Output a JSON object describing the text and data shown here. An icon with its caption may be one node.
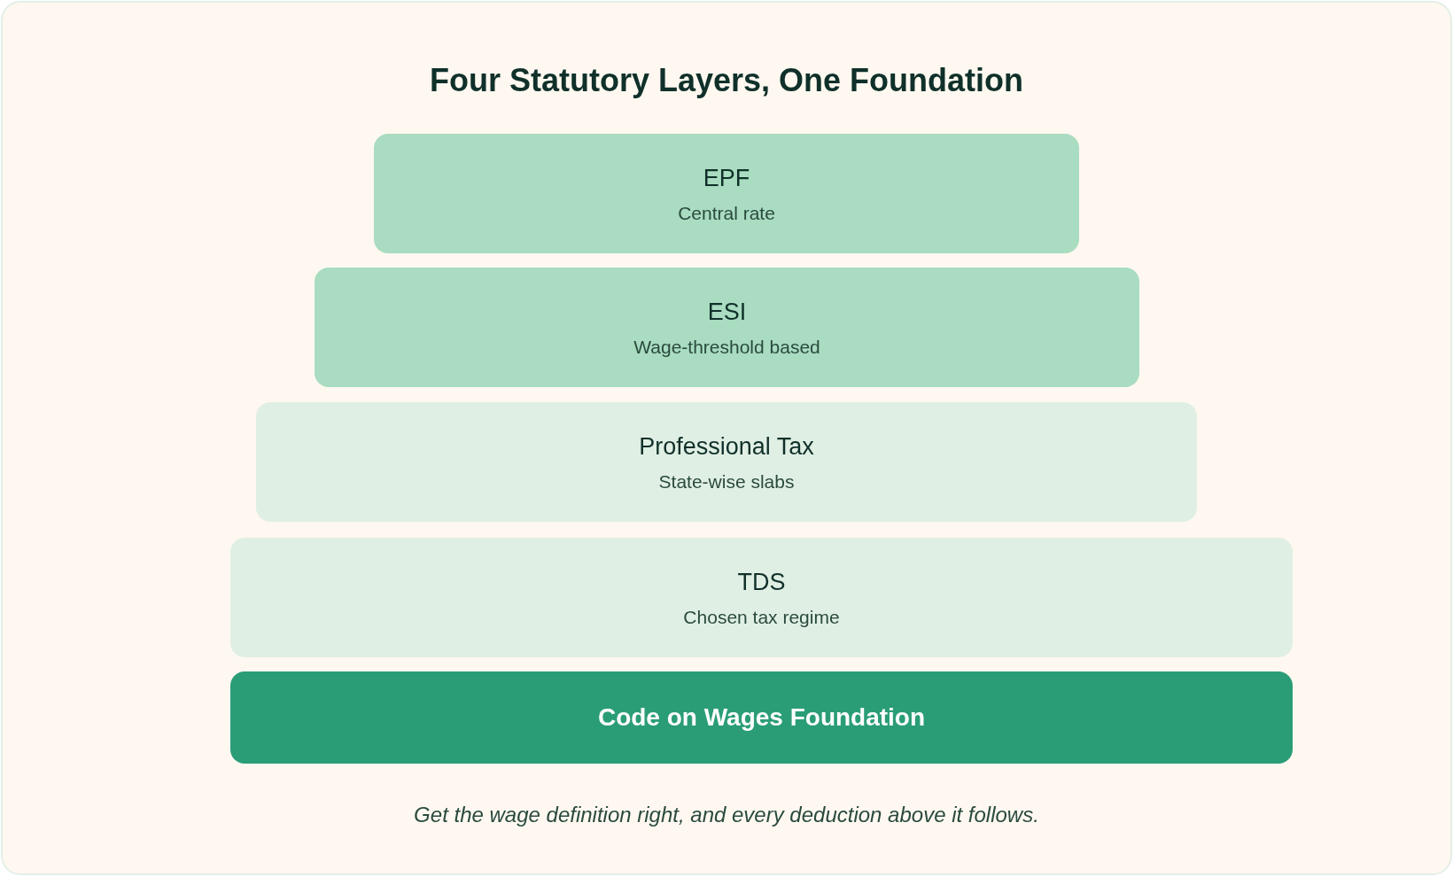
{
  "diagram": {
    "title": "Four Statutory Layers, One Foundation",
    "caption": "Get the wage definition right, and every deduction above it follows.",
    "nodes": [
      {
        "text": [
          "EPF",
          "Central rate"
        ]
      },
      {
        "text": [
          "ESI",
          "Wage-threshold based"
        ]
      },
      {
        "text": [
          "Professional Tax",
          "State-wise slabs"
        ]
      },
      {
        "text": [
          "TDS",
          "Chosen tax regime"
        ]
      },
      {
        "text": [
          "Code on Wages Foundation"
        ]
      }
    ]
  }
}
